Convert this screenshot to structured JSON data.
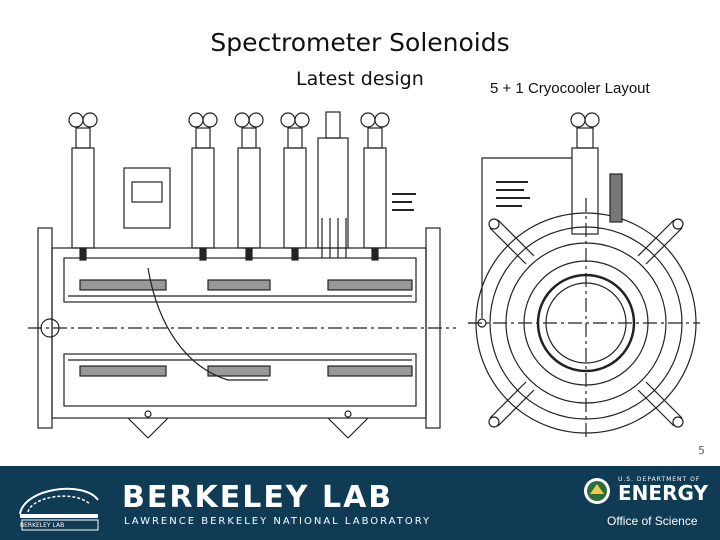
{
  "slide": {
    "title": "Spectrometer Solenoids",
    "subtitle_left": "Latest design",
    "subtitle_right": "5 + 1 Cryocooler Layout",
    "page_number": "5"
  },
  "footer": {
    "lab_name": "BERKELEY LAB",
    "lab_full_name": "LAWRENCE BERKELEY NATIONAL LABORATORY",
    "logo_caption": "BERKELEY LAB",
    "doe_small": "U.S. DEPARTMENT OF",
    "doe_big": "ENERGY",
    "office": "Office of Science",
    "background_color": "#0f3b55"
  },
  "icons": [
    "berkeley-lab-building-logo",
    "doe-seal-logo"
  ]
}
